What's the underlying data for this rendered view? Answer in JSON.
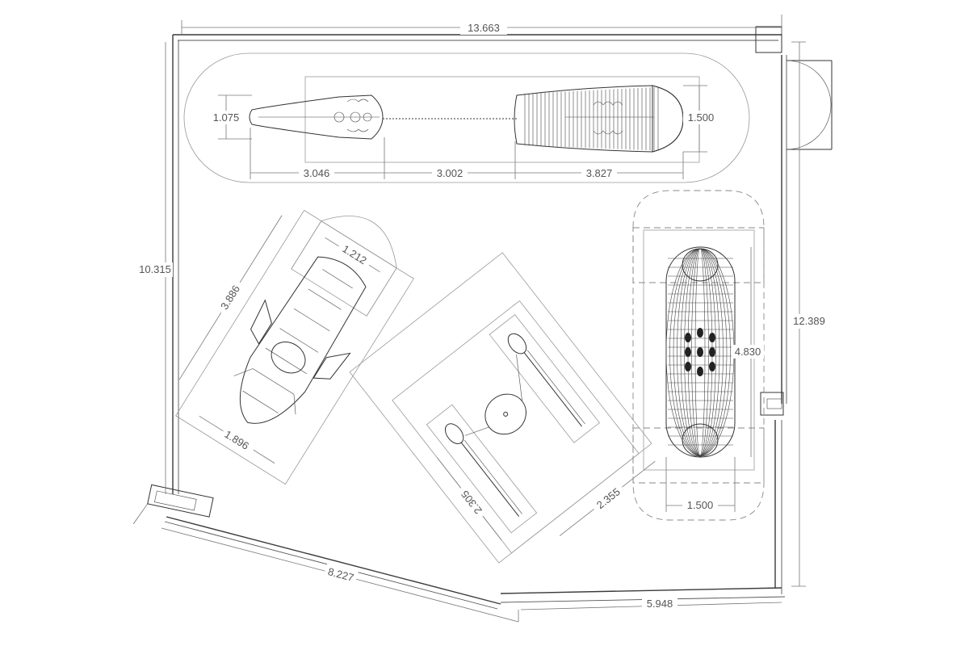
{
  "dimensions": {
    "top_width": "13.663",
    "left_height": "10.315",
    "right_height": "12.389",
    "bottom_diagonal": "8.227",
    "bottom_right": "5.948",
    "nose_height": "1.075",
    "tail_height": "1.500",
    "seg_a": "3.046",
    "seg_b": "3.002",
    "seg_c": "3.827",
    "ski_width": "1.212",
    "ski_length": "3.886",
    "ski_base": "1.896",
    "tube_length": "4.830",
    "tube_width": "1.500",
    "board_a": "2.305",
    "board_b": "2.355"
  },
  "colors": {
    "line": "#333333",
    "dimension": "#777777",
    "text": "#555555"
  }
}
